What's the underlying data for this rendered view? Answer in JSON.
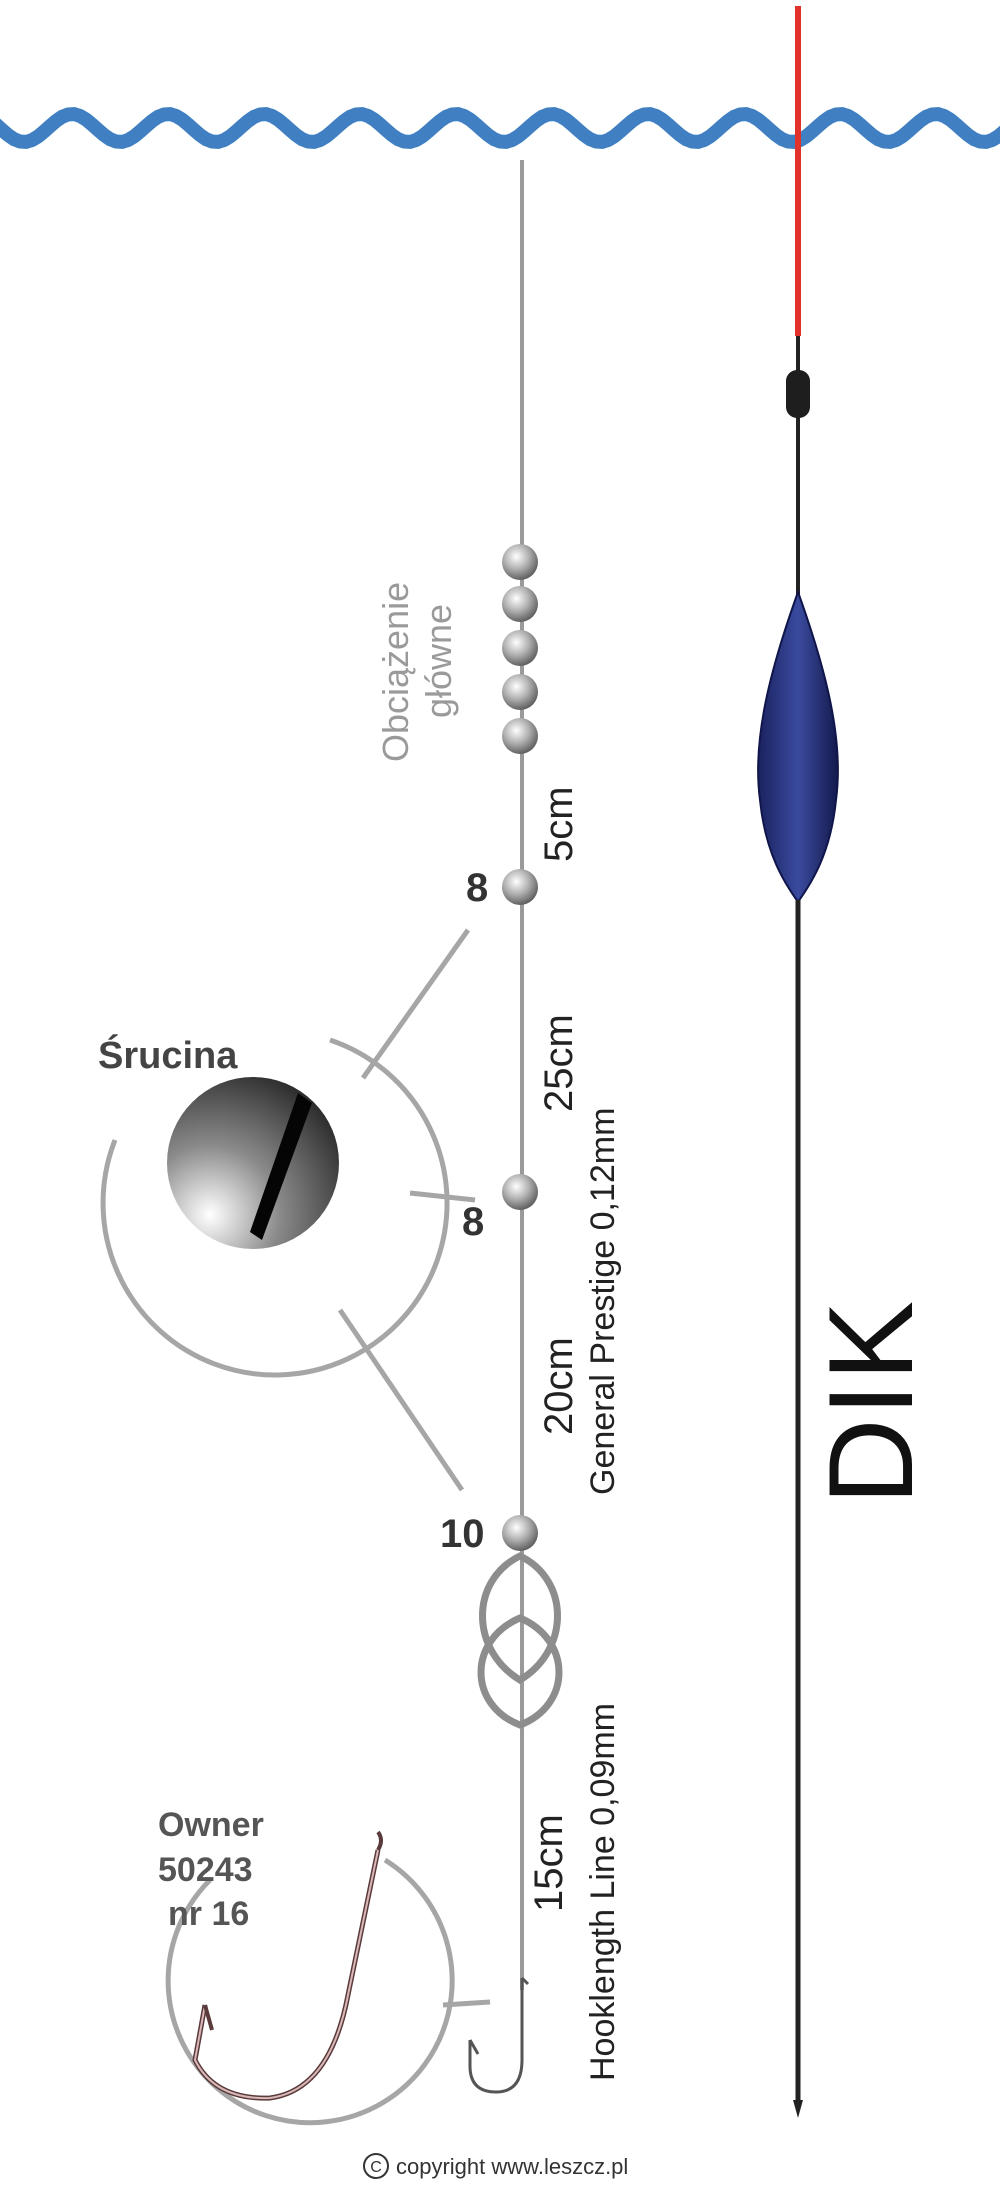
{
  "float": {
    "name": "DIK",
    "colors": {
      "tip": "#e0322b",
      "body": "#1f2a78",
      "stem": "#222222"
    }
  },
  "water": {
    "color": "#3f7fc2"
  },
  "main_weight": {
    "label_line1": "Obciążenie",
    "label_line2": "główne",
    "count": 5
  },
  "shot_callout": {
    "title": "Śrucina"
  },
  "shots": [
    {
      "size": "8"
    },
    {
      "size": "8"
    },
    {
      "size": "10"
    }
  ],
  "distances": [
    {
      "value": "5cm"
    },
    {
      "value": "25cm"
    },
    {
      "value": "20cm"
    },
    {
      "value": "15cm"
    }
  ],
  "lines": {
    "main_line": "General Prestige 0,12mm",
    "hooklength": "Hooklength Line 0,09mm"
  },
  "hook_callout": {
    "line1": "Owner",
    "line2": "50243",
    "line3": "nr 16"
  },
  "copyright": "copyright www.leszcz.pl"
}
